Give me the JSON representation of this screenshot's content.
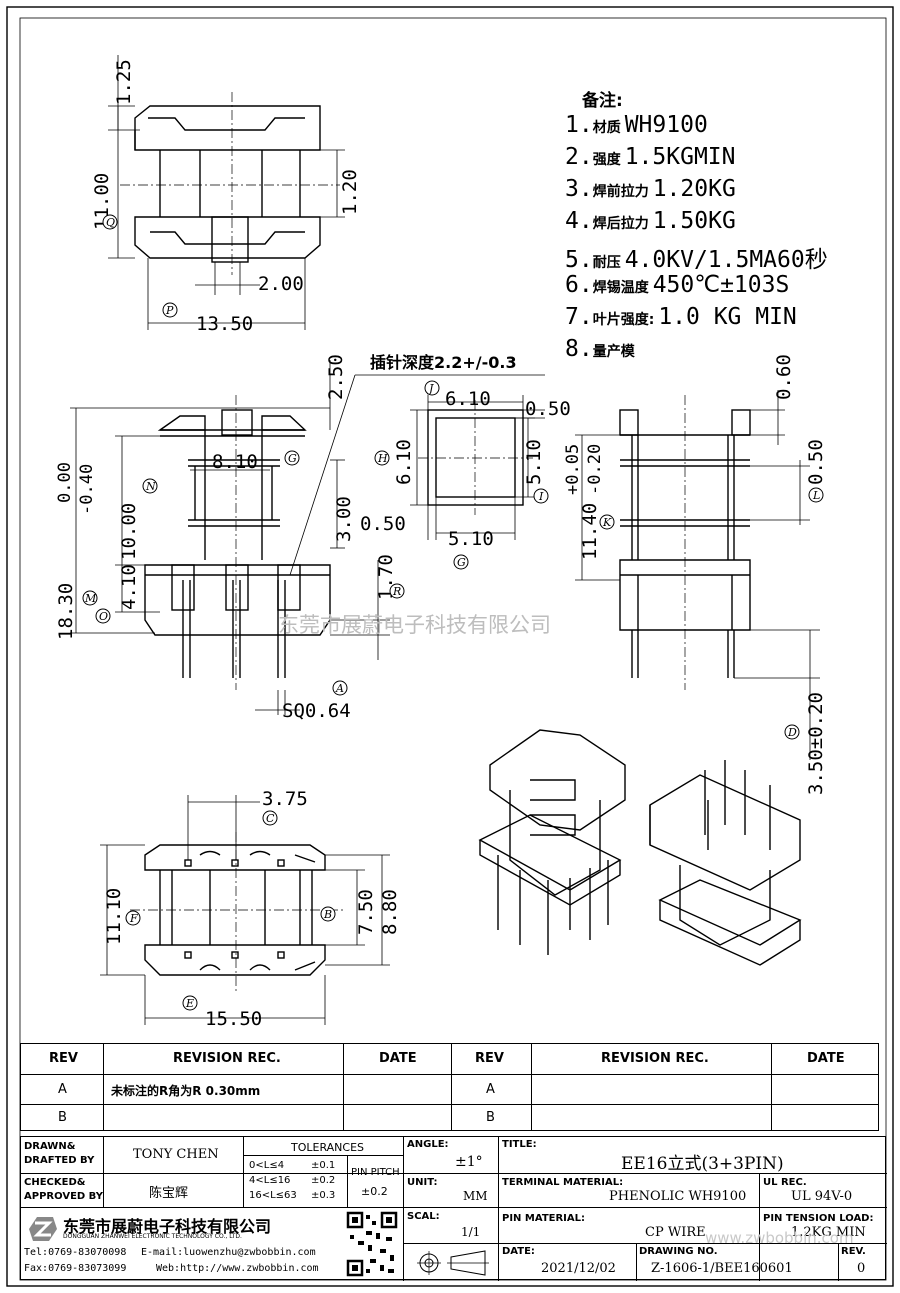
{
  "notes": {
    "heading": "备注:",
    "items": [
      {
        "num": "1.",
        "label": "材质",
        "value": "WH9100"
      },
      {
        "num": "2.",
        "label": "强度",
        "value": "1.5KGMIN"
      },
      {
        "num": "3.",
        "label": "焊前拉力",
        "value": "1.20KG"
      },
      {
        "num": "4.",
        "label": "焊后拉力",
        "value": "1.50KG"
      },
      {
        "num": "5.",
        "label": "耐压",
        "value": "4.0KV/1.5MA60秒"
      },
      {
        "num": "6.",
        "label": "焊锡温度",
        "value": "450℃±103S"
      },
      {
        "num": "7.",
        "label": "叶片强度:",
        "value": "1.0 KG MIN"
      },
      {
        "num": "8.",
        "label": "量产模",
        "value": ""
      }
    ]
  },
  "dimensions": {
    "top_view": {
      "d1": "1.25",
      "d2": "11.00",
      "d3": "1.20",
      "d4": "2.00",
      "d5": "13.50",
      "b_q": "Q",
      "b_p": "P"
    },
    "front_view": {
      "d1": "2.50",
      "d2": "18.30",
      "d2_tol": "0.00",
      "d2_tol2": "-0.40",
      "d3": "10.00",
      "d4": "8.10",
      "d5": "3.00",
      "d6": "1.70",
      "d7": "4.10",
      "d8": "SQ0.64",
      "pin_depth": "插针深度2.2+/-0.3",
      "b_g": "G",
      "b_n": "N",
      "b_m": "M",
      "b_o": "O",
      "b_r": "R",
      "b_a": "A"
    },
    "section": {
      "d1": "6.10",
      "d2": "0.50",
      "d3": "6.10",
      "d4": "5.10",
      "d5": "0.50",
      "d6": "5.10",
      "b_j": "J",
      "b_h": "H",
      "b_i": "I",
      "b_g": "G"
    },
    "side_view": {
      "d1": "0.60",
      "d2": "11.40",
      "d2_tol": "+0.05",
      "d2_tol2": "-0.20",
      "d3": "0.50",
      "d4": "3.50±0.20",
      "b_k": "K",
      "b_l": "L",
      "b_d": "D"
    },
    "bottom_view": {
      "d1": "3.75",
      "d2": "11.10",
      "d3": "7.50",
      "d4": "8.80",
      "d5": "15.50",
      "b_c": "C",
      "b_f": "F",
      "b_b": "B",
      "b_e": "E"
    }
  },
  "watermark": "东莞市展蔚电子科技有限公司",
  "revision_table": {
    "headers": [
      "REV",
      "REVISION REC.",
      "DATE",
      "REV",
      "REVISION REC.",
      "DATE"
    ],
    "rows": [
      {
        "rev": "A",
        "rec": "未标注的R角为R 0.30mm",
        "date": "",
        "rev2": "A",
        "rec2": "",
        "date2": ""
      },
      {
        "rev": "B",
        "rec": "",
        "date": "",
        "rev2": "B",
        "rec2": "",
        "date2": ""
      }
    ]
  },
  "title_block": {
    "drawn_label": "DRAWN& DRAFTED BY",
    "drawn_label_1": "DRAWN&",
    "drawn_label_2": "DRAFTED BY",
    "drawn_value": "TONY CHEN",
    "checked_label_1": "CHECKED&",
    "checked_label_2": "APPROVED BY",
    "checked_value": "陈宝辉",
    "tolerances_label": "TOLERANCES",
    "tol_rows": [
      {
        "range": "0<L≤4",
        "tol": "±0.1"
      },
      {
        "range": "4<L≤16",
        "tol": "±0.2"
      },
      {
        "range": "16<L≤63",
        "tol": "±0.3"
      }
    ],
    "pin_pitch_label": "PIN PITCH",
    "pin_pitch_value": "±0.2",
    "angle_label": "ANGLE:",
    "angle_value": "±1°",
    "unit_label": "UNIT:",
    "unit_value": "MM",
    "scale_label": "SCAL:",
    "scale_value": "1/1",
    "title_label": "TITLE:",
    "title_value": "EE16立式(3+3PIN)",
    "terminal_label": "TERMINAL MATERIAL:",
    "terminal_value": "PHENOLIC WH9100",
    "ul_label": "UL REC.",
    "ul_value": "UL 94V-0",
    "pin_material_label": "PIN MATERIAL:",
    "pin_material_value": "CP WIRE",
    "pin_tension_label": "PIN TENSION LOAD:",
    "pin_tension_value": "1.2KG MIN",
    "date_label": "DATE:",
    "date_value": "2021/12/02",
    "drawing_no_label": "DRAWING NO.",
    "drawing_no_value": "Z-1606-1/BEE160601",
    "rev_label": "REV.",
    "rev_value": "0",
    "company_cn": "东莞市展蔚电子科技有限公司",
    "company_en": "DONGGUAN ZHANWEI ELECTRONIC TECHNOLOGY CO., LTD.",
    "tel": "Tel:0769-83070098",
    "email": "E-mail:luowenzhu@zwbobbin.com",
    "fax": "Fax:0769-83073099",
    "web": "Web:http://www.zwbobbin.com",
    "watermark_url": "www.zwbobbin.com"
  }
}
